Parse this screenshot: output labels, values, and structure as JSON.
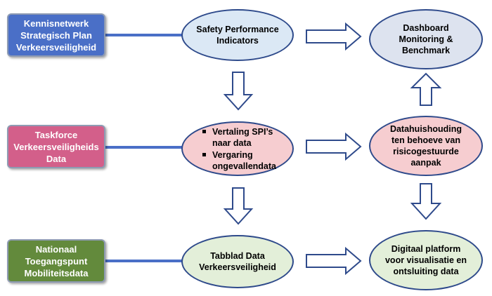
{
  "left_boxes": [
    {
      "lines": [
        "Kennisnetwerk",
        "Strategisch Plan",
        "Verkeersveiligheid"
      ],
      "color": "#4a6fc7"
    },
    {
      "lines": [
        "Taskforce",
        "Verkeersveiligheids",
        "Data"
      ],
      "color": "#d35f8a"
    },
    {
      "lines": [
        "Nationaal",
        "Toegangspunt",
        "Mobiliteitsdata"
      ],
      "color": "#638a3c"
    }
  ],
  "center_nodes": {
    "spi": {
      "lines": [
        "Safety Performance",
        "Indicators"
      ]
    },
    "tasks": {
      "bullets": [
        [
          "Vertaling SPI’s",
          "naar data"
        ],
        [
          "Vergaring",
          "ongevallendata"
        ]
      ]
    },
    "tab": {
      "lines": [
        "Tabblad Data",
        "Verkeersveiligheid"
      ]
    }
  },
  "right_nodes": {
    "dashboard": {
      "lines": [
        "Dashboard",
        "Monitoring &",
        "Benchmark"
      ]
    },
    "datahuishouding": {
      "lines": [
        "Datahuishouding",
        "ten behoeve van",
        "risicogestuurde",
        "aanpak"
      ]
    },
    "platform": {
      "lines": [
        "Digitaal platform",
        "voor visualisatie en",
        "ontsluiting data"
      ]
    }
  },
  "colors": {
    "connector": "#4a6fc7",
    "arrow_stroke": "#2e4a8b",
    "arrow_fill": "#ffffff"
  }
}
